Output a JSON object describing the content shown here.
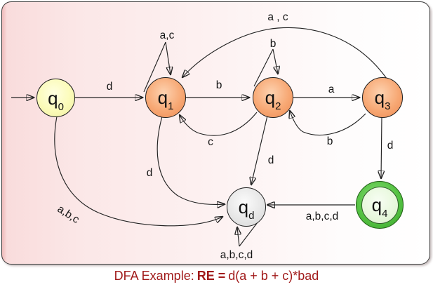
{
  "diagram": {
    "type": "dfa-state-diagram",
    "states": [
      {
        "id": "q0",
        "label": "q",
        "sub": "0",
        "role": "start"
      },
      {
        "id": "q1",
        "label": "q",
        "sub": "1",
        "role": "normal"
      },
      {
        "id": "q2",
        "label": "q",
        "sub": "2",
        "role": "normal"
      },
      {
        "id": "q3",
        "label": "q",
        "sub": "3",
        "role": "normal"
      },
      {
        "id": "q4",
        "label": "q",
        "sub": "4",
        "role": "accepting"
      },
      {
        "id": "qd",
        "label": "q",
        "sub": "d",
        "role": "dead"
      }
    ],
    "transitions": [
      {
        "from": "start",
        "to": "q0",
        "label": ""
      },
      {
        "from": "q0",
        "to": "q1",
        "label": "d"
      },
      {
        "from": "q1",
        "to": "q1",
        "label": "a,c"
      },
      {
        "from": "q1",
        "to": "q2",
        "label": "b"
      },
      {
        "from": "q2",
        "to": "q2",
        "label": "b"
      },
      {
        "from": "q3",
        "to": "q1",
        "label": "a , c"
      },
      {
        "from": "q2",
        "to": "q3",
        "label": "a"
      },
      {
        "from": "q2",
        "to": "q1",
        "label": "c"
      },
      {
        "from": "q3",
        "to": "q2",
        "label": "b"
      },
      {
        "from": "q2",
        "to": "qd",
        "label": "d"
      },
      {
        "from": "q1",
        "to": "qd",
        "label": "d"
      },
      {
        "from": "q0",
        "to": "qd",
        "label": "a,b,c"
      },
      {
        "from": "q3",
        "to": "q4",
        "label": "d"
      },
      {
        "from": "q4",
        "to": "qd",
        "label": "a,b,c,d"
      },
      {
        "from": "qd",
        "to": "qd",
        "label": "a,b,c,d"
      }
    ],
    "colors": {
      "caption_red": "#a11a1a",
      "state_start_yellow": "#fbfbb8",
      "state_normal_orange": "#f7a874",
      "state_accept_green": "#55c243",
      "state_dead_gray": "#e7e7e7",
      "panel_pink": "#fbe7e7"
    }
  },
  "caption": {
    "prefix": "DFA Example:",
    "re_label": "RE =",
    "re_value": "d(a + b + c)*bad"
  }
}
